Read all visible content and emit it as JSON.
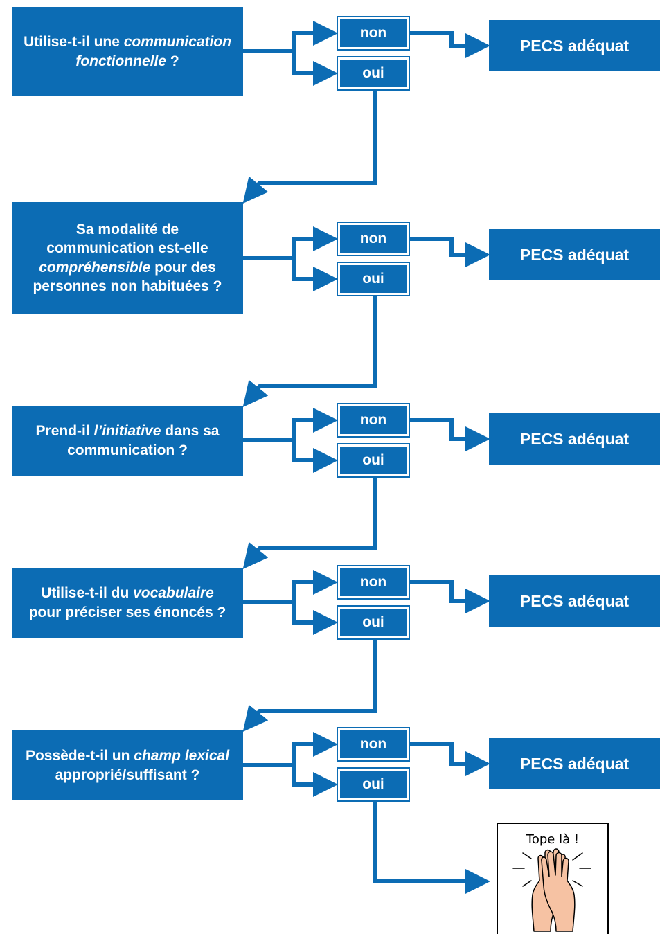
{
  "steps": [
    {
      "question": "Utilise-t-il une <em>communication</em><br><em>fonctionnelle</em> ?",
      "no_label": "non",
      "yes_label": "oui",
      "result": "PECS adéquat"
    },
    {
      "question": "Sa modalité de<br>communication est-elle<br><em>compréhensible</em> pour des<br>personnes non habituées ?",
      "no_label": "non",
      "yes_label": "oui",
      "result": "PECS adéquat"
    },
    {
      "question": "Prend-il <em>l’initiative</em> dans sa<br>communication ?",
      "no_label": "non",
      "yes_label": "oui",
      "result": "PECS adéquat"
    },
    {
      "question": "Utilise-t-il du <em>vocabulaire</em><br>pour préciser ses énoncés ?",
      "no_label": "non",
      "yes_label": "oui",
      "result": "PECS adéquat"
    },
    {
      "question": "Possède-t-il un <em>champ lexical</em><br>approprié/suffisant ?",
      "no_label": "non",
      "yes_label": "oui",
      "result": "PECS adéquat"
    }
  ],
  "final": {
    "text": "Tope là !",
    "image": "high-five-hands-icon"
  },
  "colors": {
    "primary": "#0c6cb4",
    "background": "#ffffff",
    "skin": "#f6c2a3"
  }
}
